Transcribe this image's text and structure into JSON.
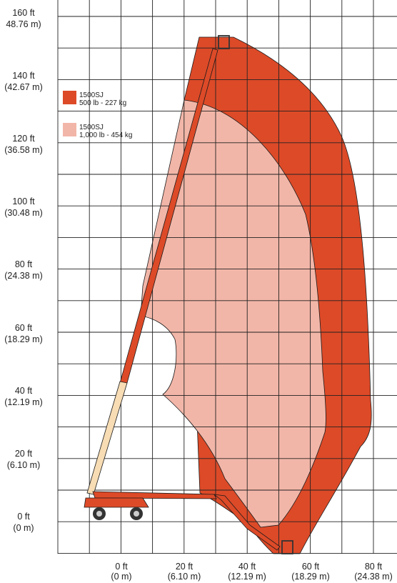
{
  "colors": {
    "grid": "#222222",
    "zone_500": "#dd4a28",
    "zone_1000": "#f2b6a8",
    "boom": "#dd4a28",
    "boom_lower": "#f7dcb4",
    "chassis": "#dd4a28",
    "tire": "#333333",
    "hub": "#cccccc",
    "basket": "#333333"
  },
  "y_axis": {
    "ticks": [
      {
        "ft": "160 ft",
        "m": "48.76 m)"
      },
      {
        "ft": "140 ft",
        "m": "(42.67 m)"
      },
      {
        "ft": "120 ft",
        "m": "(36.58 m)"
      },
      {
        "ft": "100 ft",
        "m": "(30.48 m)"
      },
      {
        "ft": "80 ft",
        "m": "(24.38 m)"
      },
      {
        "ft": "60 ft",
        "m": "(18.29 m)"
      },
      {
        "ft": "40 ft",
        "m": "(12.19 m)"
      },
      {
        "ft": "20 ft",
        "m": "(6.10 m)"
      },
      {
        "ft": "0 ft",
        "m": "(0 m)"
      }
    ]
  },
  "x_axis": {
    "ticks": [
      {
        "ft": "0 ft",
        "m": "(0 m)"
      },
      {
        "ft": "20 ft",
        "m": "(6.10 m)"
      },
      {
        "ft": "40 ft",
        "m": "(12.19 m)"
      },
      {
        "ft": "60 ft",
        "m": "(18.29 m)"
      },
      {
        "ft": "80 ft",
        "m": "(24.38 m)"
      }
    ]
  },
  "legend": [
    {
      "model": "1500SJ",
      "capacity": "500 lb - 227 kg",
      "color": "#dd4a28"
    },
    {
      "model": "1500SJ",
      "capacity": "1,000 lb - 454 kg",
      "color": "#f2b6a8"
    }
  ]
}
